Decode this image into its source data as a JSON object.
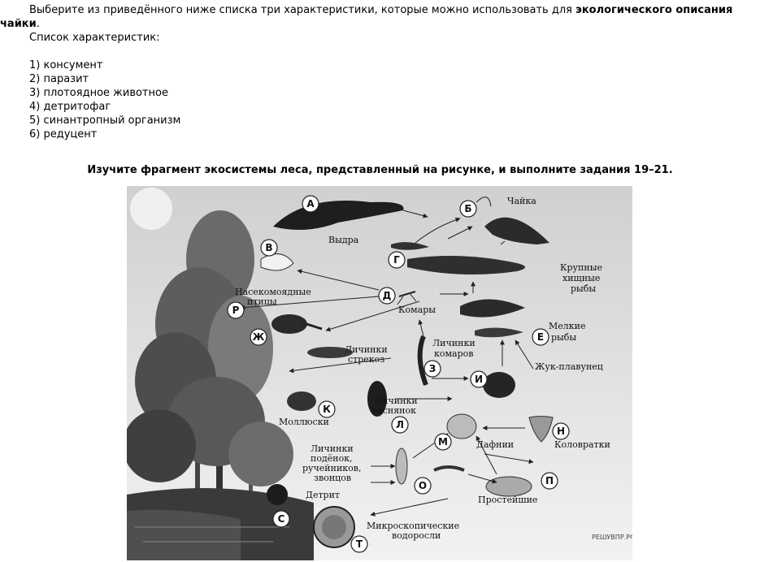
{
  "task": {
    "intro_prefix": "Выберите из приведённого ниже списка три характеристики, которые можно использовать для ",
    "intro_bold": "экологического описания",
    "intro_bold2": "чайки",
    "intro_end": ".",
    "list_title": "Список характеристик:",
    "items": [
      "1) консумент",
      "2) паразит",
      "3) плотоядное животное",
      "4) детритофаг",
      "5) синантропный организм",
      "6) редуцент"
    ]
  },
  "section_heading": "Изучите фрагмент экосистемы леса, представленный на рисунке, и выполните задания 19–21.",
  "figure": {
    "labels": {
      "otter": "Выдра",
      "gull": "Чайка",
      "big_fish_1": "Крупные",
      "big_fish_2": "хищные",
      "big_fish_3": "рыбы",
      "insect_birds_1": "Насекомоядные",
      "insect_birds_2": "птицы",
      "mosquitos": "Комары",
      "small_fish_1": "Мелкие",
      "small_fish_2": "рыбы",
      "dragonfly_1": "Личинки",
      "dragonfly_2": "стрекоз",
      "mosq_larvae_1": "Личинки",
      "mosq_larvae_2": "комаров",
      "beetle": "Жук-плавунец",
      "molluscs": "Моллюски",
      "stonefly_1": "Личинки",
      "stonefly_2": "веснянок",
      "mayfly_1": "Личинки",
      "mayfly_2": "подёнок,",
      "mayfly_3": "ручейников,",
      "mayfly_4": "звонцов",
      "daphnia": "Дафнии",
      "rotifers": "Коловратки",
      "detritus": "Детрит",
      "protozoa": "Простейшие",
      "algae_1": "Микроскопические",
      "algae_2": "водоросли",
      "watermark": "РЕШУВПР.РФ"
    },
    "letters": [
      "А",
      "Б",
      "В",
      "Г",
      "Д",
      "Р",
      "Ж",
      "Е",
      "З",
      "И",
      "К",
      "Л",
      "М",
      "Н",
      "О",
      "П",
      "С",
      "Т"
    ]
  }
}
